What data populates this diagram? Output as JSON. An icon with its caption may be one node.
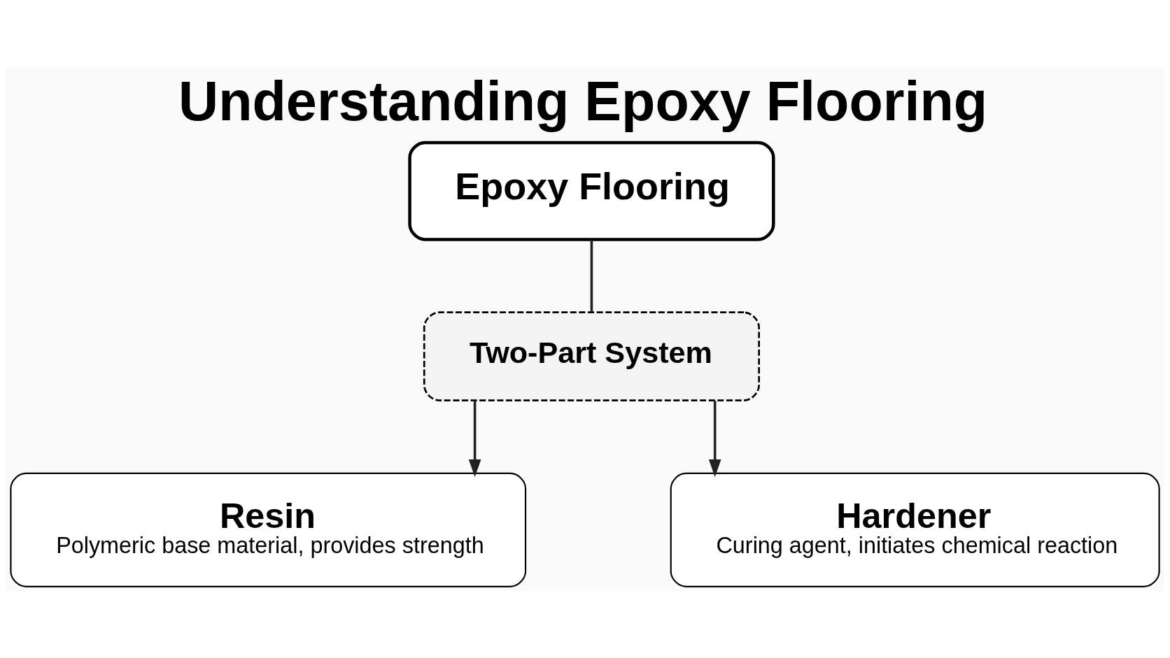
{
  "diagram": {
    "title": "Understanding Epoxy Flooring",
    "nodes": [
      {
        "text": [
          "Epoxy Flooring"
        ]
      },
      {
        "text": [
          "Two-Part System"
        ]
      },
      {
        "text": [
          "Resin",
          "Polymeric base material, provides strength"
        ]
      },
      {
        "text": [
          "Hardener",
          "Curing agent, initiates chemical reaction"
        ]
      }
    ],
    "edges": [
      {
        "from": 0,
        "to": 1,
        "arrow": "none"
      },
      {
        "from": 1,
        "to": 2,
        "arrow": "to"
      },
      {
        "from": 1,
        "to": 3,
        "arrow": "to"
      }
    ]
  }
}
